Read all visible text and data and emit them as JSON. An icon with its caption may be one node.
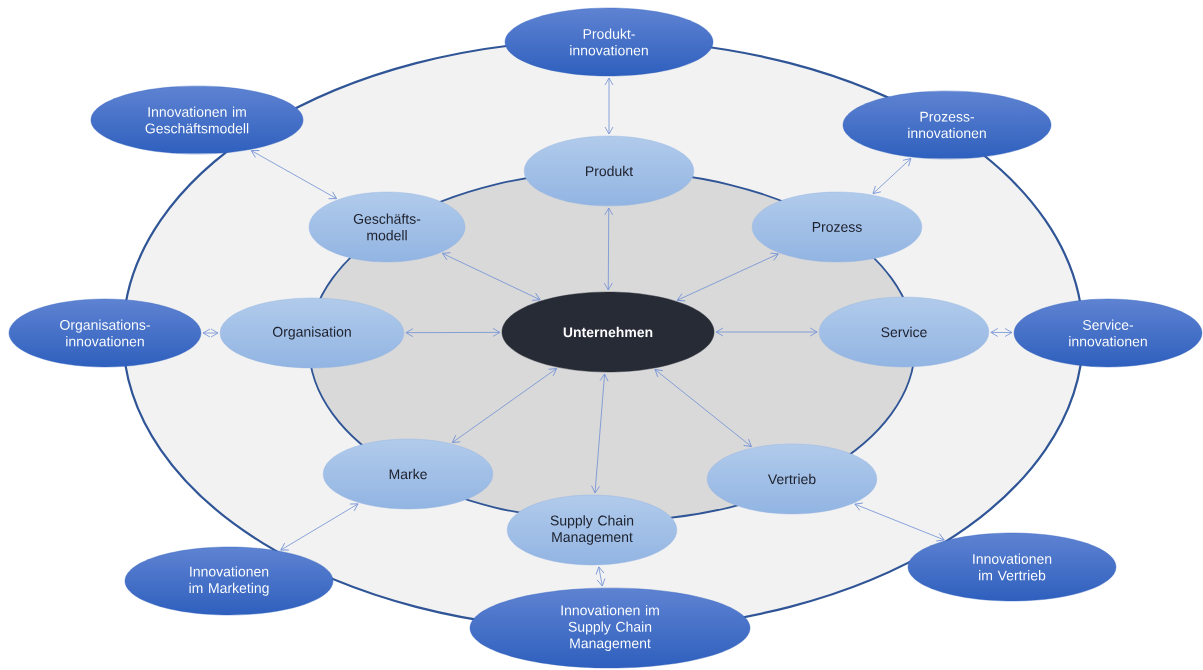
{
  "diagram": {
    "nodes": [
      {
        "text": [
          "Unternehmen"
        ]
      },
      {
        "text": [
          "Produkt"
        ]
      },
      {
        "text": [
          "Prozess"
        ]
      },
      {
        "text": [
          "Service"
        ]
      },
      {
        "text": [
          "Vertrieb"
        ]
      },
      {
        "text": [
          "Supply Chain Management"
        ]
      },
      {
        "text": [
          "Marke"
        ]
      },
      {
        "text": [
          "Organisation"
        ]
      },
      {
        "text": [
          "Geschäfts- modell"
        ]
      },
      {
        "text": [
          "Produkt- innovationen"
        ]
      },
      {
        "text": [
          "Prozess- innovationen"
        ]
      },
      {
        "text": [
          "Service- innovationen"
        ]
      },
      {
        "text": [
          "Innovationen im Vertrieb"
        ]
      },
      {
        "text": [
          "Innovationen im Supply Chain Management"
        ]
      },
      {
        "text": [
          "Innovationen im Marketing"
        ]
      },
      {
        "text": [
          "Organisations- innovationen"
        ]
      },
      {
        "text": [
          "Innovationen im Geschäftsmodell"
        ]
      }
    ],
    "edges": [
      {
        "from": 0,
        "to": 1,
        "arrow": "both"
      },
      {
        "from": 0,
        "to": 2,
        "arrow": "both"
      },
      {
        "from": 0,
        "to": 3,
        "arrow": "both"
      },
      {
        "from": 0,
        "to": 4,
        "arrow": "both"
      },
      {
        "from": 0,
        "to": 5,
        "arrow": "both"
      },
      {
        "from": 0,
        "to": 6,
        "arrow": "both"
      },
      {
        "from": 0,
        "to": 7,
        "arrow": "both"
      },
      {
        "from": 0,
        "to": 8,
        "arrow": "both"
      },
      {
        "from": 1,
        "to": 9,
        "arrow": "both"
      },
      {
        "from": 2,
        "to": 10,
        "arrow": "both"
      },
      {
        "from": 3,
        "to": 11,
        "arrow": "both"
      },
      {
        "from": 4,
        "to": 12,
        "arrow": "both"
      },
      {
        "from": 5,
        "to": 13,
        "arrow": "both"
      },
      {
        "from": 6,
        "to": 14,
        "arrow": "both"
      },
      {
        "from": 7,
        "to": 15,
        "arrow": "both"
      },
      {
        "from": 8,
        "to": 16,
        "arrow": "both"
      }
    ]
  }
}
